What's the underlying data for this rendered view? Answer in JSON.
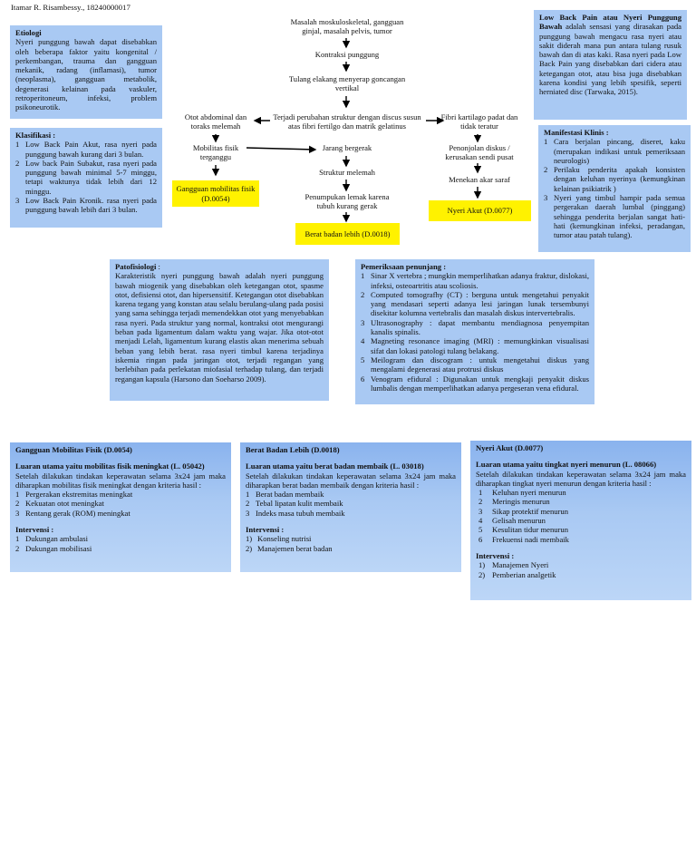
{
  "header": {
    "author": "Itamar R. Risambessy., 18240000017"
  },
  "etiologi": {
    "title": "Etiologi",
    "text": "Nyeri punggung bawah dapat disebabkan oleh beberapa faktor yaitu kongenital / perkembangan, trauma dan gangguan mekanik, radang (inflamasi), tumor (neoplasma), gangguan metabolik, degenerasi kelainan pada vaskuler, retroperitoneum, infeksi, problem psikoneurotik."
  },
  "klasifikasi": {
    "title": "Klasifikasi :",
    "items": [
      {
        "n": "1",
        "text": "Low Back Pain Akut, rasa nyeri pada punggung bawah kurang dari 3 bulan."
      },
      {
        "n": "2",
        "text": "Low back Pain Subakut, rasa nyeri pada punggung bawah minimal 5-7 minggu, tetapi waktunya tidak lebih dari 12 minggu."
      },
      {
        "n": "3",
        "text": "Low Back Pain Kronik. rasa nyeri pada punggung bawah lebih dari 3 bulan."
      }
    ]
  },
  "definisi": {
    "title": "Low Back Pain atau Nyeri Punggung Bawah",
    "text": " adalah sensasi yang dirasakan pada punggung bawah mengacu rasa nyeri atau sakit diderah mana pun antara tulang rusuk bawah dan di atas kaki. Rasa nyeri pada Low Back Pain yang disebabkan dari cidera atau ketegangan otot, atau bisa juga disebabkan karena kondisi yang lebih spesifik, seperti herniated disc (Tarwaka, 2015)."
  },
  "manifestasi": {
    "title": "Manifestasi Klinis :",
    "items": [
      {
        "n": "1",
        "text": "Cara berjalan pincang, diseret, kaku (merupakan indikasi untuk pemeriksaan neurologis)"
      },
      {
        "n": "2",
        "text": "Perilaku penderita apakah konsisten dengan keluhan nyerinya (kemungkinan kelainan psikiatrik )"
      },
      {
        "n": "3",
        "text": "Nyeri yang timbul hampir pada semua pergerakan daerah lumbal (pinggang) sehingga penderita berjalan sangat hati-hati (kemungkinan infeksi, peradangan, tumor atau patah tulang)."
      }
    ]
  },
  "flow": {
    "n1": "Masalah moskuloskeletal, gangguan ginjal, masalah pelvis, tumor",
    "n2": "Kontraksi punggung",
    "n3": "Tulang elakang menyerap goncangan vertikal",
    "n4": "Terjadi perubahan struktur dengan discus susun atas fibri fertilgo dan matrik gelatinus",
    "left1": "Otot abdominal dan toraks melemah",
    "left2": "Mobilitas fisik terganggu",
    "left3": "Gangguan mobilitas fisik (D.0054)",
    "mid1": "Jarang bergerak",
    "mid2": "Struktur melemah",
    "mid3": "Penumpukan lemak karena tubuh kurang gerak",
    "mid4": "Berat badan lebih (D.0018)",
    "right1": "Fibri kartilago padat dan tidak teratur",
    "right2": "Penonjolan diskus / kerusakan sendi pusat",
    "right3": "Menekan akar saraf",
    "right4": "Nyeri Akut (D.0077)"
  },
  "patofisiologi": {
    "title": "Patofisiologi",
    "colon": " :",
    "text": "Karakteristik nyeri punggung bawah adalah nyeri punggung bawah miogenik yang disebabkan oleh ketegangan otot, spasme otot, defisiensi otot, dan hipersensitif. Ketegangan otot disebabkan karena tegang yang konstan atau selalu berulang-ulang pada posisi yang sama sehingga terjadi memendekkan otot yang menyebabkan rasa nyeri. Pada struktur yang normal, kontraksi otot mengurangi beban pada ligamentum dalam waktu yang wajar. Jika otot-otot menjadi Lelah, ligamentum kurang elastis akan menerima sebuah beban yang lebih berat. rasa nyeri timbul karena terjadinya iskemia ringan pada jaringan otot, terjadi regangan yang berlebihan pada perlekatan miofasial terhadap tulang, dan terjadi regangan kapsula (Harsono dan Soeharso 2009)."
  },
  "pemeriksaan": {
    "title": "Pemeriksaan penunjang :",
    "items": [
      {
        "n": "1",
        "text": "Sinar X vertebra ; mungkin memperlihatkan adanya fraktur, dislokasi, infeksi, osteoartritis atau scoliosis."
      },
      {
        "n": "2",
        "text": "Computed tomografhy (CT) : berguna untuk mengetahui penyakit yang mendasari seperti adanya lesi jaringan lunak tersembunyi disekitar kolumna vertebralis dan masalah diskus intervertebralis."
      },
      {
        "n": "3",
        "text": "Ultrasonography : dapat membantu mendiagnosa penyempitan kanalis spinalis."
      },
      {
        "n": "4",
        "text": "Magneting resonance imaging (MRI) : memungkinkan visualisasi sifat dan lokasi patologi tulang belakang."
      },
      {
        "n": "5",
        "text": "Meilogram dan discogram : untuk mengetahui diskus yang mengalami degenerasi atau protrusi diskus"
      },
      {
        "n": "6",
        "text": "Venogram efidural : Digunakan untuk mengkaji penyakit diskus lumbalis dengan memperlihatkan adanya pergeseran vena efidural."
      }
    ]
  },
  "dx1": {
    "title": "Gangguan Mobilitas Fisik (D.0054)",
    "outcome_title": "Luaran utama yaitu mobilitas fisik meningkat (L. 05042)",
    "outcome_text": "Setelah dilakukan tindakan keperawatan selama 3x24 jam maka diharapkan mobilitas fisik meningkat dengan kriteria hasil :",
    "criteria": [
      {
        "n": "1",
        "text": "Pergerakan ekstremitas meningkat"
      },
      {
        "n": "2",
        "text": "Kekuatan otot meningkat"
      },
      {
        "n": "3",
        "text": "Rentang gerak (ROM) meningkat"
      }
    ],
    "intervention_title": "Intervensi :",
    "interventions": [
      {
        "n": "1",
        "text": "Dukungan ambulasi"
      },
      {
        "n": "2",
        "text": "Dukungan mobilisasi"
      }
    ]
  },
  "dx2": {
    "title": "Berat Badan Lebih (D.0018)",
    "outcome_title": "Luaran utama yaitu berat badan membaik (L. 03018)",
    "outcome_text": "Setelah dilakukan tindakan keperawatan selama 3x24 jam maka diharapkan berat badan membaik dengan kriteria hasil :",
    "criteria": [
      {
        "n": "1",
        "text": "Berat badan membaik"
      },
      {
        "n": "2",
        "text": "Tebal lipatan kulit membaik"
      },
      {
        "n": "3",
        "text": "Indeks masa tubuh membaik"
      }
    ],
    "intervention_title": "Intervensi :",
    "interventions": [
      {
        "n": "1)",
        "text": "Konseling nutrisi"
      },
      {
        "n": "2)",
        "text": "Manajemen berat badan"
      }
    ]
  },
  "dx3": {
    "title": "Nyeri Akut (D.0077)",
    "outcome_title": "Luaran utama yaitu tingkat nyeri menurun (L. 08066)",
    "outcome_text": "Setelah dilakukan tindakan keperawatan selama 3x24 jam maka diharapkan tingkat nyeri menurun dengan kriteria hasil :",
    "criteria": [
      {
        "n": "1",
        "text": "Keluhan nyeri menurun"
      },
      {
        "n": "2",
        "text": "Meringis menurun"
      },
      {
        "n": "3",
        "text": "Sikap protektif menurun"
      },
      {
        "n": "4",
        "text": "Gelisah menurun"
      },
      {
        "n": "5",
        "text": "Kesulitan tidur menurun"
      },
      {
        "n": "6",
        "text": "Frekuensi nadi membaik"
      }
    ],
    "intervention_title": "Intervensi :",
    "interventions": [
      {
        "n": "1)",
        "text": "Manajemen Nyeri"
      },
      {
        "n": "2)",
        "text": "Pemberian analgetik"
      }
    ]
  },
  "colors": {
    "box_blue": "#a9c9f3",
    "box_blue_dark": "#8ab3ee",
    "highlight_yellow": "#fff200"
  }
}
